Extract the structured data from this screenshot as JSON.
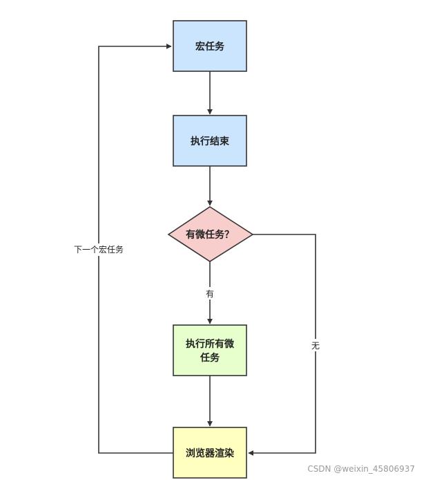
{
  "diagram": {
    "nodes": {
      "macro_task": {
        "lines": [
          "宏任务"
        ],
        "fill": "#cce5ff"
      },
      "exec_end": {
        "lines": [
          "执行结束"
        ],
        "fill": "#cce5ff"
      },
      "has_micro": {
        "lines": [
          "有微任务？"
        ],
        "fill": "#f8cecc"
      },
      "exec_micro": {
        "lines": [
          "执行所有微",
          "任务"
        ],
        "fill": "#e6ffcc"
      },
      "render": {
        "lines": [
          "浏览器渲染"
        ],
        "fill": "#ffffc0"
      }
    },
    "edge_labels": {
      "yes": "有",
      "no": "无",
      "next_macro": "下一个宏任务"
    }
  },
  "watermark": "CSDN @weixin_45806937"
}
